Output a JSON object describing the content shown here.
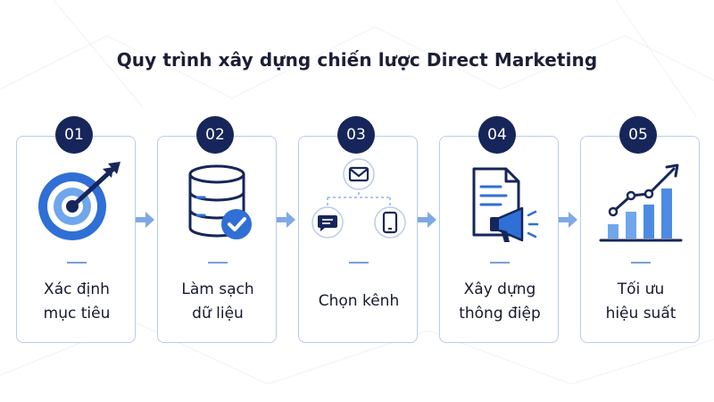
{
  "title": "Quy trình xây dựng chiến lược Direct Marketing",
  "accent_color": "#16265a",
  "icon_color": "#2f6fd6",
  "steps": [
    {
      "number": "01",
      "label_line1": "Xác định",
      "label_line2": "mục tiêu",
      "icon": "target-arrow-icon"
    },
    {
      "number": "02",
      "label_line1": "Làm sạch",
      "label_line2": "dữ liệu",
      "icon": "database-check-icon"
    },
    {
      "number": "03",
      "label_line1": "Chọn kênh",
      "label_line2": "",
      "icon": "channels-icon"
    },
    {
      "number": "04",
      "label_line1": "Xây dựng",
      "label_line2": "thông điệp",
      "icon": "document-megaphone-icon"
    },
    {
      "number": "05",
      "label_line1": "Tối ưu",
      "label_line2": "hiệu suất",
      "icon": "growth-chart-icon"
    }
  ]
}
